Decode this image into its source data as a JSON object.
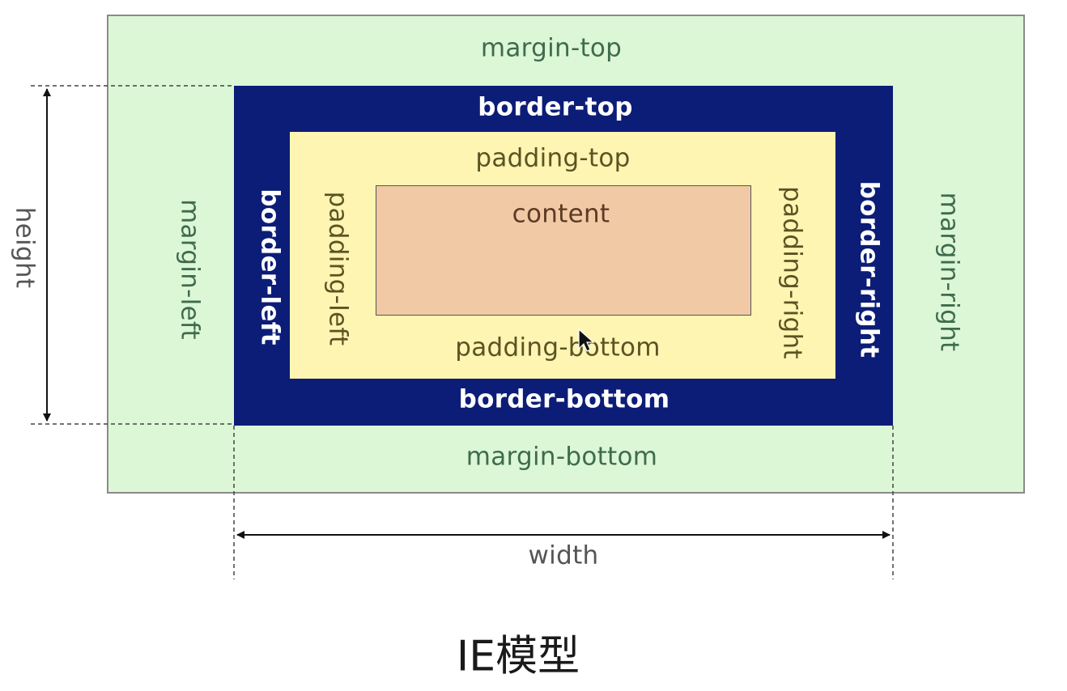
{
  "labels": {
    "margin_top": "margin-top",
    "margin_bottom": "margin-bottom",
    "margin_left": "margin-left",
    "margin_right": "margin-right",
    "border_top": "border-top",
    "border_bottom": "border-bottom",
    "border_left": "border-left",
    "border_right": "border-right",
    "padding_top": "padding-top",
    "padding_bottom": "padding-bottom",
    "padding_left": "padding-left",
    "padding_right": "padding-right",
    "content": "content",
    "height": "height",
    "width": "width"
  },
  "caption": "IE模型",
  "colors": {
    "margin": "#dcf7d6",
    "border": "#0c1d78",
    "padding": "#fdf5b1",
    "content": "#f1c9a4"
  }
}
